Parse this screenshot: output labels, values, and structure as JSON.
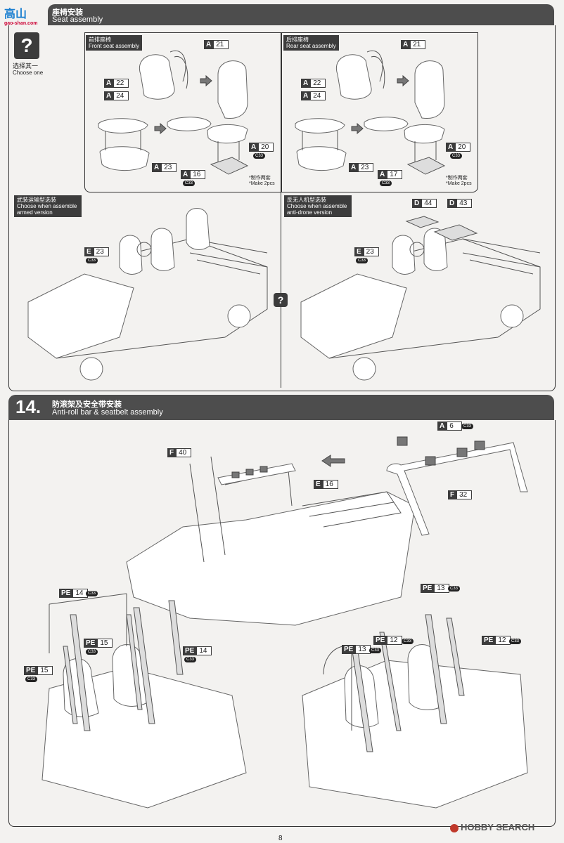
{
  "watermark": {
    "text": "gao-shan.com"
  },
  "step13": {
    "title_cn": "座椅安装",
    "title_en": "Seat assembly",
    "choose_cn": "选择其一",
    "choose_en": "Choose one",
    "front": {
      "label_cn": "前排座椅",
      "label_en": "Front seat assembly"
    },
    "rear": {
      "label_cn": "后排座椅",
      "label_en": "Rear seat assembly"
    },
    "armed": {
      "label_cn": "武装运输型选装",
      "label_en": "Choose when assemble armed version"
    },
    "antidrone": {
      "label_cn": "反无人机型选装",
      "label_en": "Choose when assemble anti-drone version"
    },
    "make_cn": "*制作两套",
    "make_en": "*Make 2pcs",
    "code": "C33"
  },
  "step14": {
    "number": "14.",
    "title_cn": "防滚架及安全带安装",
    "title_en": "Anti-roll bar & seatbelt assembly",
    "code": "C33"
  },
  "parts": {
    "a21": {
      "letter": "A",
      "num": "21"
    },
    "a22": {
      "letter": "A",
      "num": "22"
    },
    "a24": {
      "letter": "A",
      "num": "24"
    },
    "a23": {
      "letter": "A",
      "num": "23"
    },
    "a20": {
      "letter": "A",
      "num": "20"
    },
    "a16": {
      "letter": "A",
      "num": "16"
    },
    "a17": {
      "letter": "A",
      "num": "17"
    },
    "e23": {
      "letter": "E",
      "num": "23"
    },
    "d44": {
      "letter": "D",
      "num": "44"
    },
    "d43": {
      "letter": "D",
      "num": "43"
    },
    "a6": {
      "letter": "A",
      "num": "6"
    },
    "f40": {
      "letter": "F",
      "num": "40"
    },
    "e16": {
      "letter": "E",
      "num": "16"
    },
    "f32": {
      "letter": "F",
      "num": "32"
    },
    "pe14": {
      "letter": "PE",
      "num": "14"
    },
    "pe15": {
      "letter": "PE",
      "num": "15"
    },
    "pe13": {
      "letter": "PE",
      "num": "13"
    },
    "pe12": {
      "letter": "PE",
      "num": "12"
    }
  },
  "footer": {
    "brand": "HOBBY SEARCH",
    "page": "8"
  }
}
